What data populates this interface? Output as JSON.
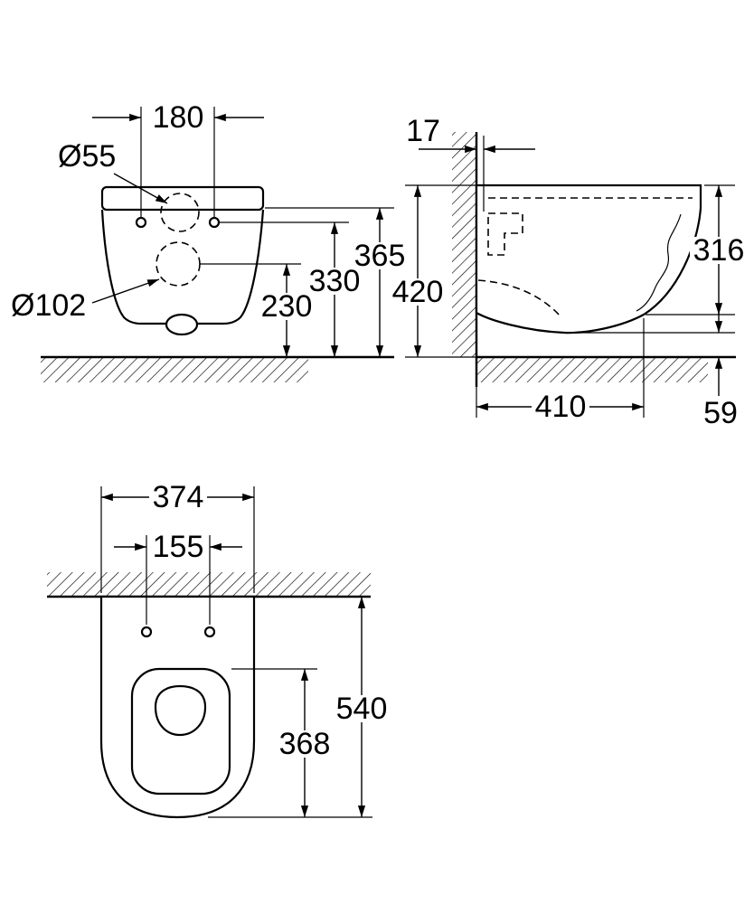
{
  "drawing": {
    "front_view": {
      "hole_spacing": "180",
      "inlet_diameter": "Ø55",
      "outlet_diameter": "Ø102",
      "height_rim": "365",
      "height_holes": "330",
      "height_outlet": "230"
    },
    "side_view": {
      "wall_offset": "17",
      "total_height": "420",
      "front_height": "316",
      "depth": "410",
      "bottom_clearance": "59"
    },
    "top_view": {
      "width": "374",
      "seat_hole_spacing": "155",
      "total_depth": "540",
      "bowl_inner_depth": "368"
    }
  }
}
